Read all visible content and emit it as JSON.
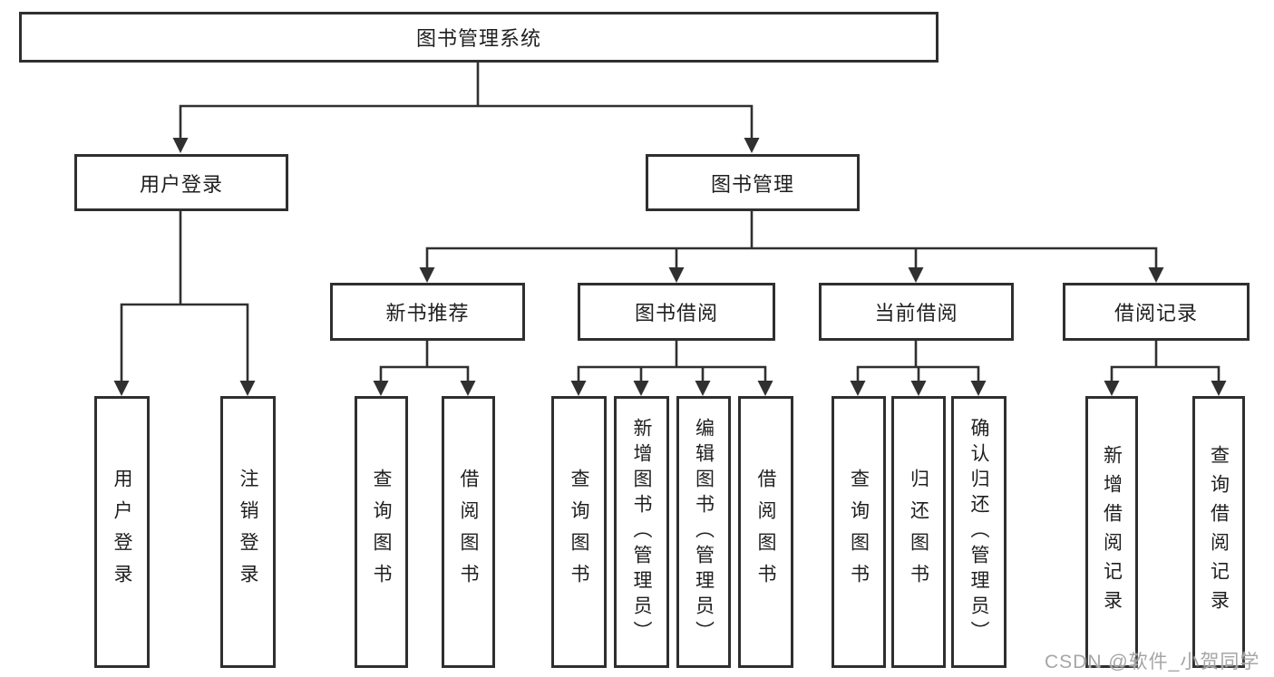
{
  "nodes": {
    "root": "图书管理系统",
    "user_login": "用户登录",
    "book_management": "图书管理",
    "new_book_recommend": "新书推荐",
    "book_borrowing": "图书借阅",
    "current_borrowing": "当前借阅",
    "borrowing_records": "借阅记录",
    "user_login_leaf": "用户登录",
    "logout_login": "注销登录",
    "recommend_query_books": "查询图书",
    "recommend_borrow_books": "借阅图书",
    "borrowing_query_books": "查询图书",
    "borrowing_add_books": "新增图书（管理员）",
    "borrowing_edit_books": "编辑图书（管理员）",
    "borrowing_borrow_books": "借阅图书",
    "current_query_books": "查询图书",
    "current_return_books": "归还图书",
    "current_confirm_return": "确认归还（管理员）",
    "records_add_record": "新增借阅记录",
    "records_query_record": "查询借阅记录"
  },
  "watermark": "CSDN @软件_小贺同学",
  "colors": {
    "line": "#303030",
    "border": "#2f2f2f",
    "text": "#1f1f1f",
    "watermark": "#a6a6a6",
    "background": "#ffffff"
  }
}
